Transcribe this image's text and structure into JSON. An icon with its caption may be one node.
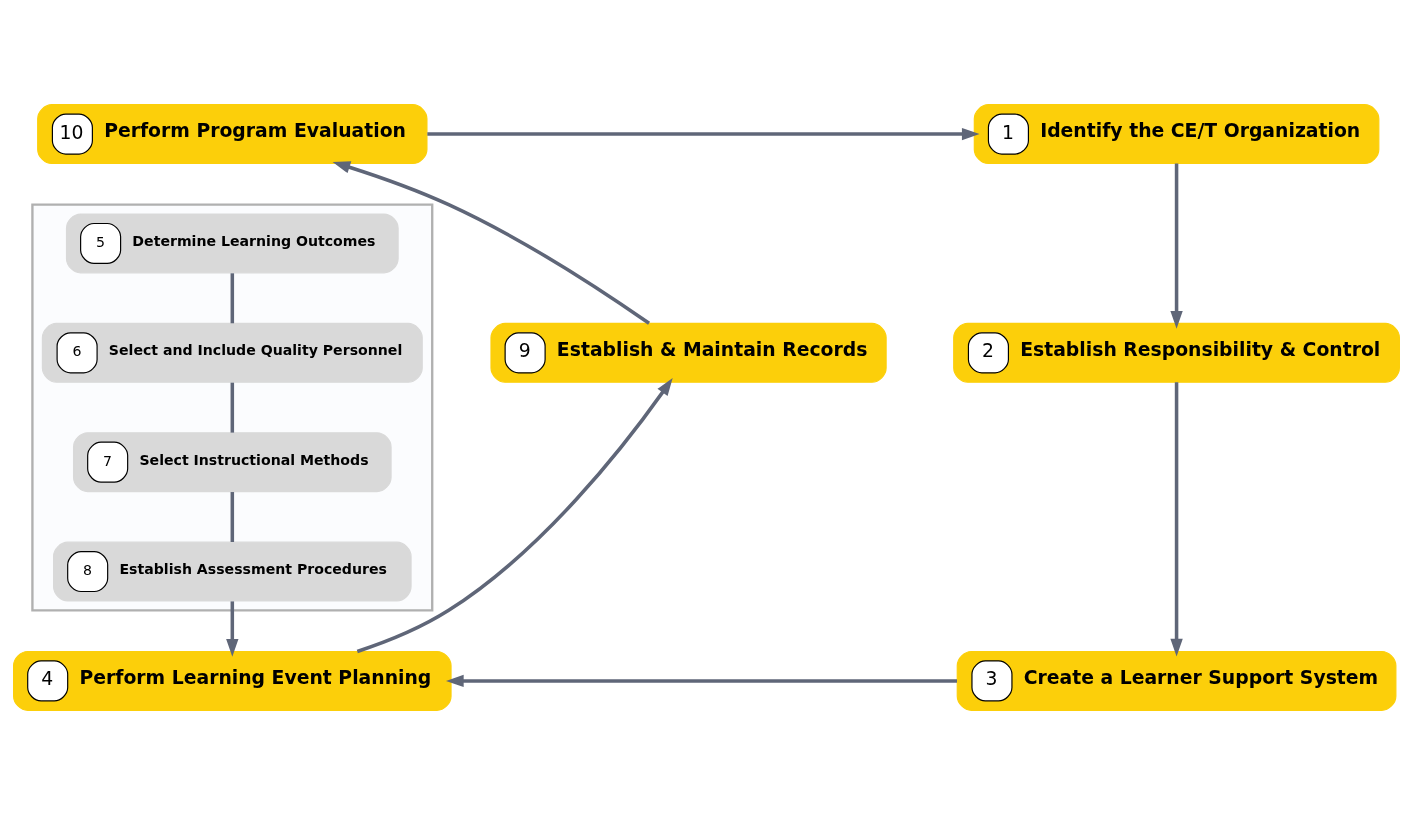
{
  "diagram": {
    "nodes": [
      {
        "text": [
          "10",
          "Perform Program Evaluation"
        ]
      },
      {
        "text": [
          "1",
          "Identify the CE/T Organization"
        ]
      },
      {
        "text": [],
        "shape": "box"
      },
      {
        "text": [
          "5",
          "Determine Learning Outcomes"
        ],
        "in": 2
      },
      {
        "text": [
          "6",
          "Select and Include Quality Personnel"
        ],
        "in": 2
      },
      {
        "text": [
          "7",
          "Select Instructional Methods"
        ],
        "in": 2
      },
      {
        "text": [
          "8",
          "Establish Assessment Procedures"
        ],
        "in": 2
      },
      {
        "text": [
          "9",
          "Establish & Maintain Records"
        ]
      },
      {
        "text": [
          "2",
          "Establish Responsibility & Control"
        ]
      },
      {
        "text": [
          "4",
          "Perform Learning Event Planning"
        ]
      },
      {
        "text": [
          "3",
          "Create a Learner Support System"
        ]
      }
    ],
    "edges": [
      {
        "from": 0,
        "to": 1,
        "arrow": "to"
      },
      {
        "from": 1,
        "to": 8,
        "arrow": "to"
      },
      {
        "from": 8,
        "to": 10,
        "arrow": "to"
      },
      {
        "from": 10,
        "to": 9,
        "arrow": "to"
      },
      {
        "from": 9,
        "to": 7,
        "arrow": "to"
      },
      {
        "from": 7,
        "to": 0,
        "arrow": "to"
      },
      {
        "from": 3,
        "to": 4,
        "arrow": "none"
      },
      {
        "from": 4,
        "to": 5,
        "arrow": "none"
      },
      {
        "from": 5,
        "to": 6,
        "arrow": "none"
      },
      {
        "from": 6,
        "to": 9,
        "arrow": "to"
      }
    ]
  }
}
